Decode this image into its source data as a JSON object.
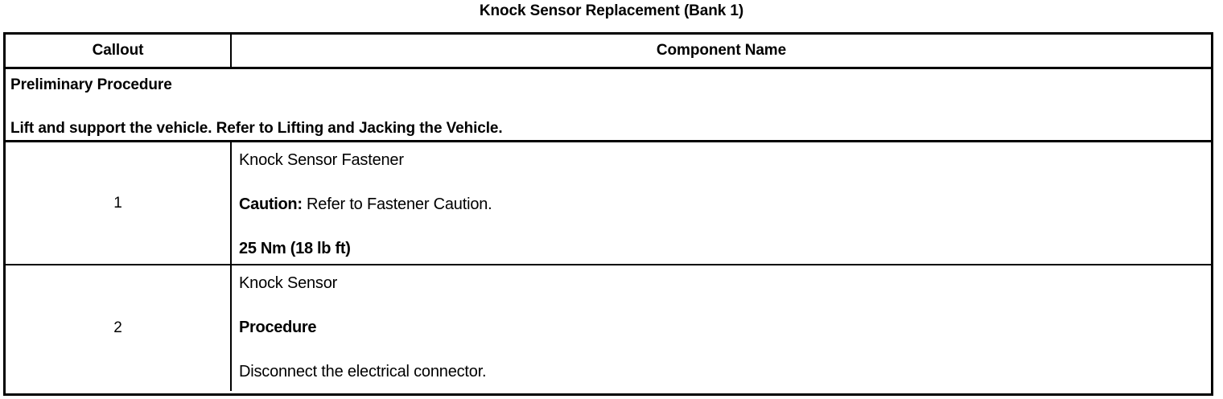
{
  "document": {
    "title": "Knock Sensor Replacement (Bank 1)"
  },
  "table": {
    "headers": {
      "callout": "Callout",
      "component": "Component Name"
    },
    "preliminary": {
      "heading": "Preliminary Procedure",
      "text": "Lift and support the vehicle. Refer to Lifting and Jacking the Vehicle."
    },
    "rows": [
      {
        "callout": "1",
        "lines": [
          {
            "text": "Knock Sensor Fastener",
            "bold": false
          },
          {
            "lead": "Caution:",
            "text": " Refer to Fastener Caution.",
            "bold": false
          },
          {
            "text": "25 Nm (18 lb ft)",
            "bold": true
          }
        ]
      },
      {
        "callout": "2",
        "lines": [
          {
            "text": "Knock Sensor",
            "bold": false
          },
          {
            "text": "Procedure",
            "bold": true
          },
          {
            "text": "Disconnect the electrical connector.",
            "bold": false
          }
        ]
      }
    ]
  }
}
